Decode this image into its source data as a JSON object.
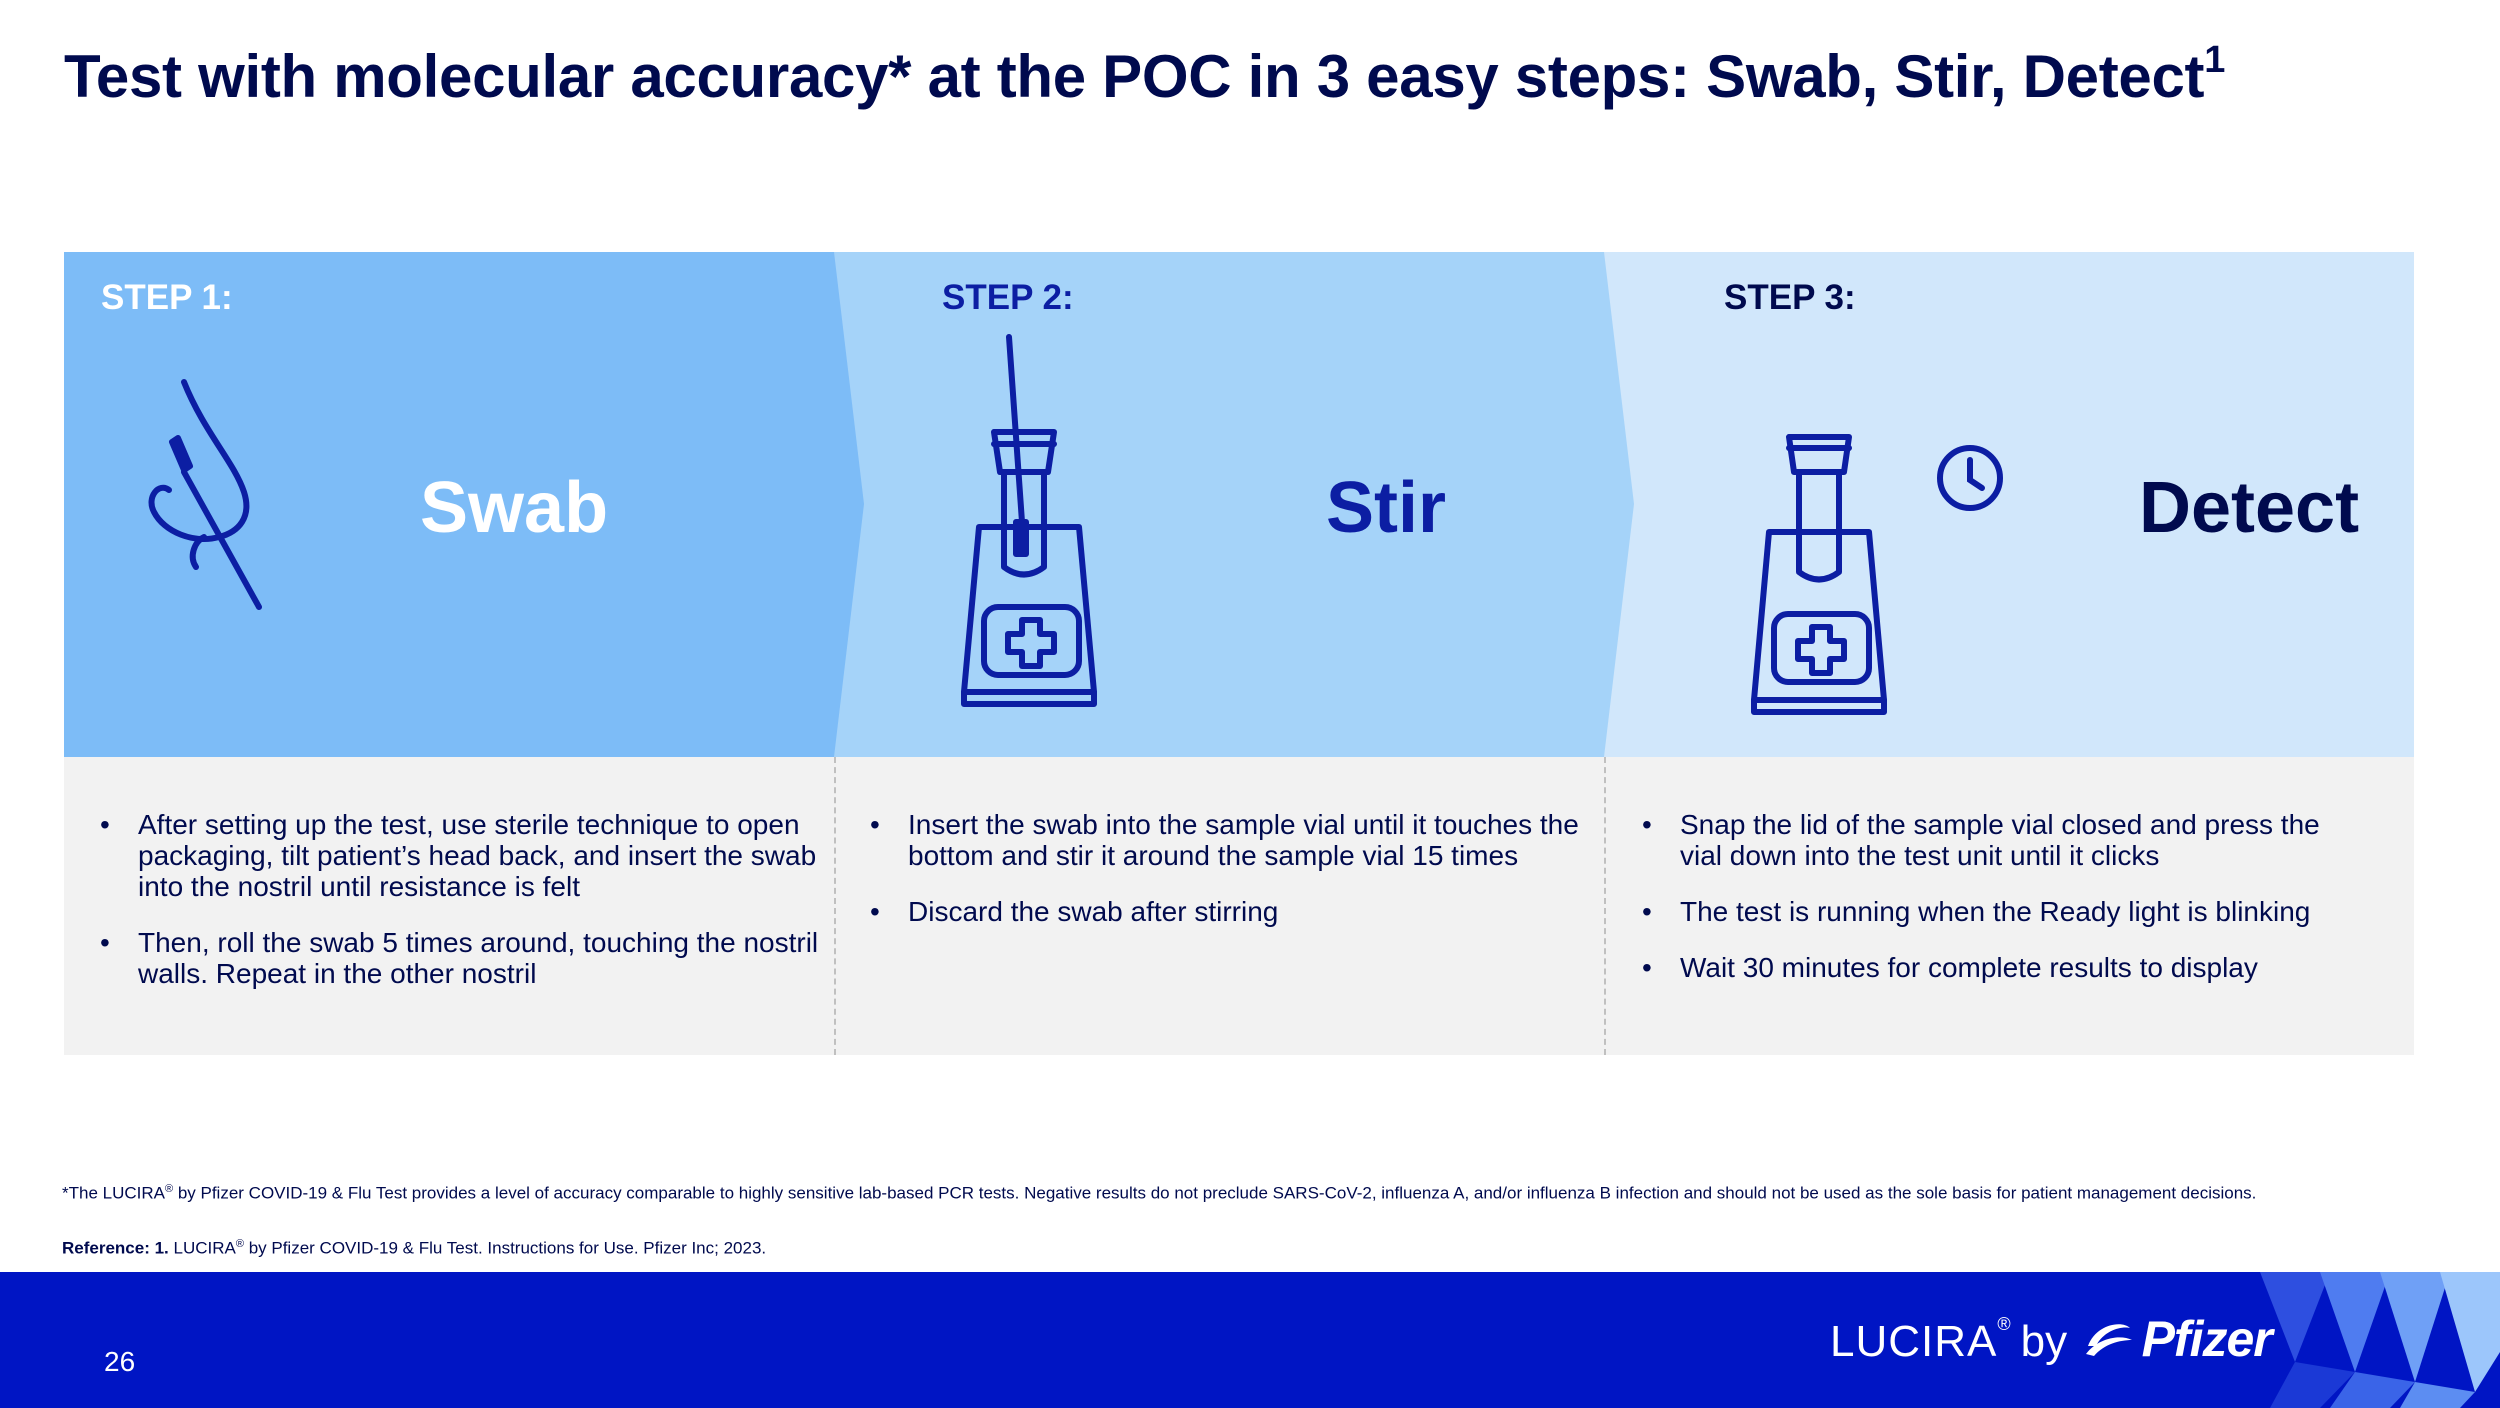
{
  "title": {
    "text": "Test with molecular accuracy* at the POC in 3 easy steps: Swab, Stir, Detect",
    "superscript": "1"
  },
  "steps": [
    {
      "label": "STEP 1:",
      "name": "Swab",
      "bullets": [
        "After setting up the test, use sterile technique to open packaging, tilt patient’s head back, and insert the swab into the nostril until resistance is felt",
        "Then, roll the swab 5 times around, touching the nostril walls. Repeat in the other nostril"
      ]
    },
    {
      "label": "STEP 2:",
      "name": "Stir",
      "bullets": [
        "Insert the swab into the sample vial until it touches the bottom and stir it around the sample vial 15 times",
        "Discard the swab after stirring"
      ]
    },
    {
      "label": "STEP 3:",
      "name": "Detect",
      "bullets": [
        "Snap the lid of the sample vial closed and press the vial down into the test unit until it clicks",
        "The test is running when the Ready light is blinking",
        "Wait 30 minutes for complete results to display"
      ]
    }
  ],
  "bullet_glyph": "•",
  "footnote": {
    "prefix": "*The LUCIRA",
    "reg": "®",
    "rest": " by Pfizer COVID-19 & Flu Test provides a level of accuracy comparable to highly sensitive lab-based PCR tests. Negative results do not preclude SARS-CoV-2, influenza A, and/or influenza B infection and should not be used as the sole basis for patient management decisions."
  },
  "reference": {
    "label": "Reference: 1.",
    "prefix": " LUCIRA",
    "reg": "®",
    "rest": " by Pfizer COVID-19 & Flu Test. Instructions for Use. Pfizer Inc; 2023."
  },
  "footer": {
    "page_number": "26",
    "brand_lucira": "LUCIRA",
    "brand_reg": "®",
    "brand_by": "by",
    "brand_pfizer": "Pfizer"
  },
  "colors": {
    "navy": "#000a4e",
    "royal_blue": "#0c1ea3",
    "footer_blue": "#0015c4",
    "step1_bg": "#7dbcf7",
    "step2_bg": "#a5d3f9",
    "step3_bg": "#d1e7fb",
    "desc_bg": "#f2f2f2"
  },
  "icons": [
    "nose-swab-icon",
    "vial-stir-icon",
    "test-unit-detect-icon",
    "clock-icon",
    "pfizer-logo-icon"
  ]
}
